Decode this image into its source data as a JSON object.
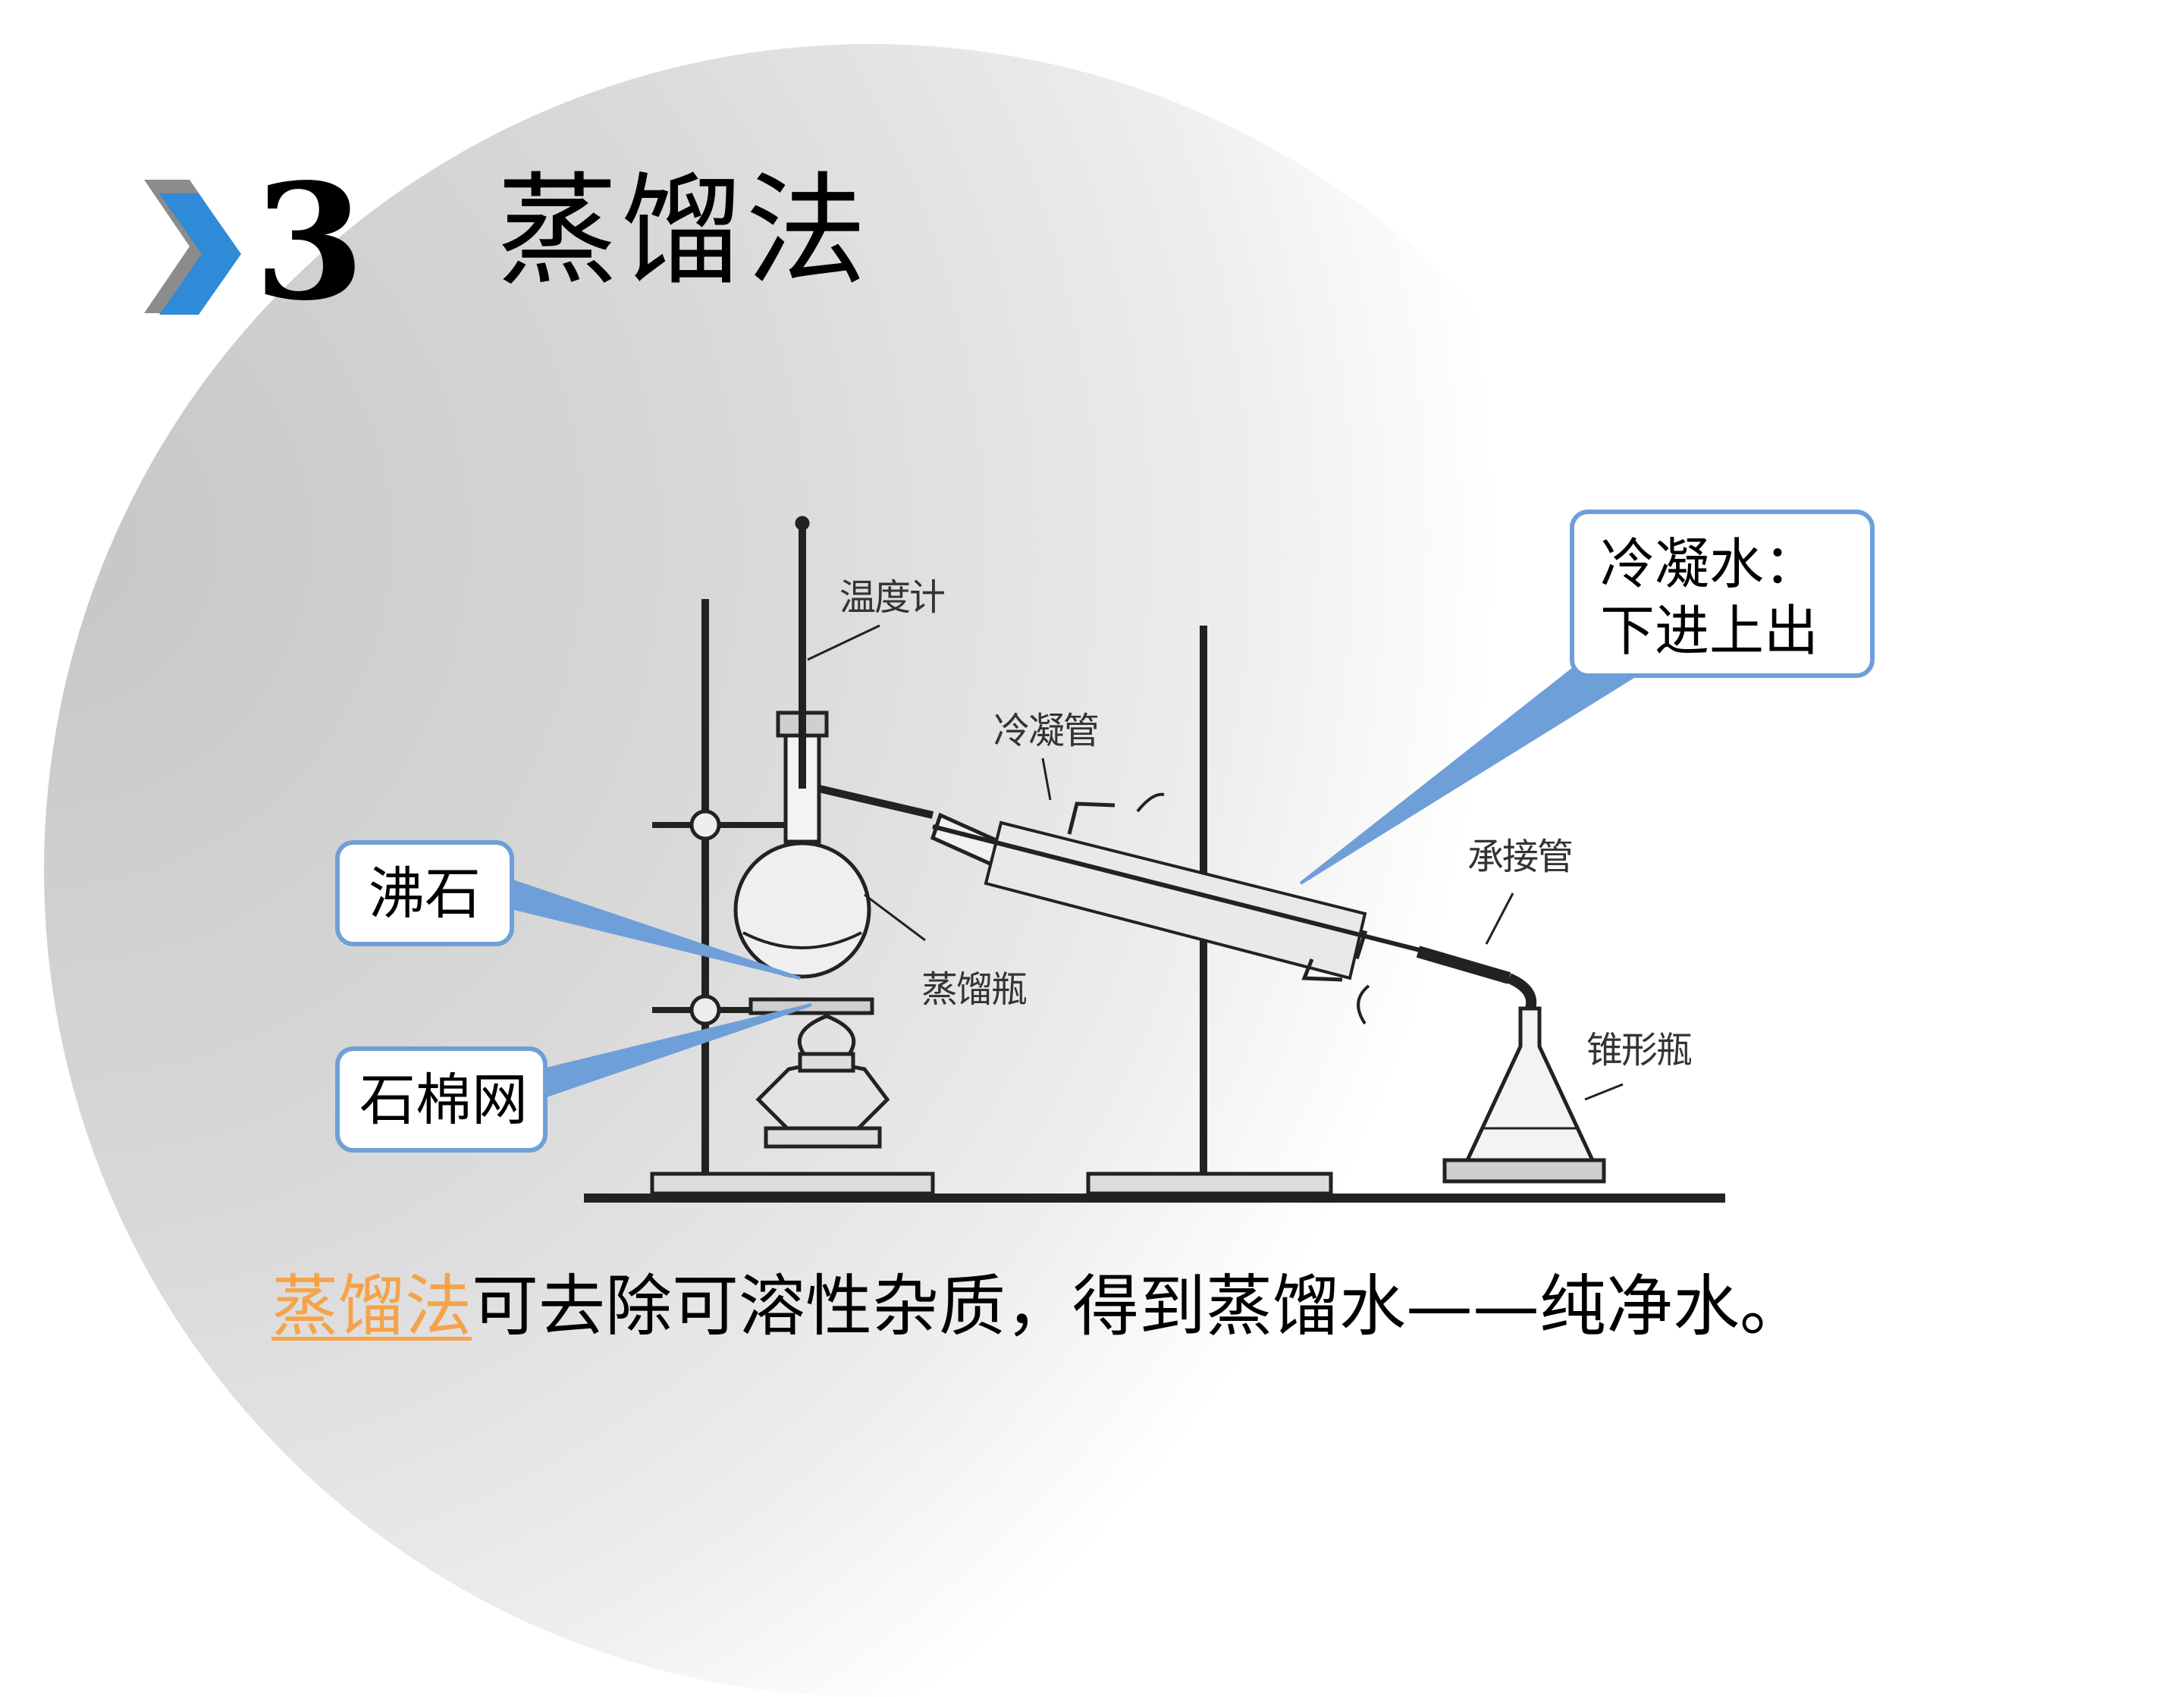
{
  "slide": {
    "number": "3",
    "title": "蒸馏法"
  },
  "diagram": {
    "labels": {
      "thermometer": "温度计",
      "condenser": "冷凝管",
      "adapter": "承接管",
      "distilling_flask": "蒸馏瓶",
      "conical_flask": "锥形瓶"
    },
    "callouts": {
      "boiling_stone": "沸石",
      "asbestos_gauze": "石棉网",
      "cooling_water_line1": "冷凝水：",
      "cooling_water_line2": "下进上出"
    }
  },
  "summary": {
    "highlight": "蒸馏法",
    "text": "可去除可溶性杂质，得到蒸馏水——纯净水。"
  },
  "colors": {
    "callout_border": "#6f9fd8",
    "highlight": "#f5a34a",
    "marker_front": "#2f8ad8",
    "marker_back": "#8c8c8c"
  }
}
